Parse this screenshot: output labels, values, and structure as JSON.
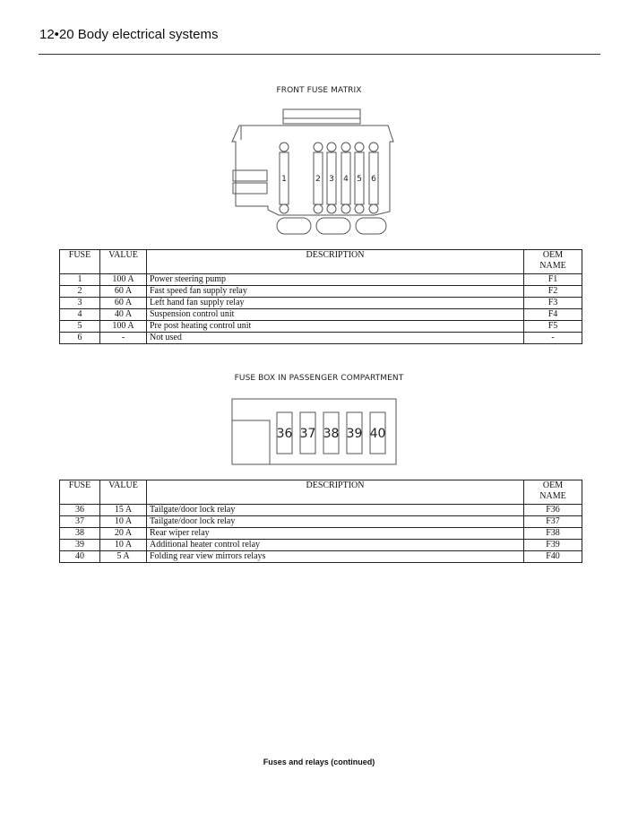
{
  "header": {
    "page_title": "12•20 Body electrical systems"
  },
  "front_matrix": {
    "caption": "FRONT FUSE MATRIX",
    "fuse_labels": [
      "1",
      "2",
      "3",
      "4",
      "5",
      "6"
    ],
    "columns": {
      "fuse": "FUSE",
      "value": "VALUE",
      "description": "DESCRIPTION",
      "oem_line1": "OEM",
      "oem_line2": "NAME"
    },
    "rows": [
      {
        "fuse": "1",
        "value": "100 A",
        "description": "Power steering pump",
        "oem": "F1"
      },
      {
        "fuse": "2",
        "value": "60 A",
        "description": "Fast speed fan supply relay",
        "oem": "F2"
      },
      {
        "fuse": "3",
        "value": "60 A",
        "description": "Left hand fan supply relay",
        "oem": "F3"
      },
      {
        "fuse": "4",
        "value": "40 A",
        "description": "Suspension control unit",
        "oem": "F4"
      },
      {
        "fuse": "5",
        "value": "100 A",
        "description": "Pre post heating control unit",
        "oem": "F5"
      },
      {
        "fuse": "6",
        "value": "-",
        "description": "Not used",
        "oem": "-"
      }
    ]
  },
  "passenger_box": {
    "caption": "FUSE BOX IN PASSENGER COMPARTMENT",
    "fuse_labels": [
      "36",
      "37",
      "38",
      "39",
      "40"
    ],
    "columns": {
      "fuse": "FUSE",
      "value": "VALUE",
      "description": "DESCRIPTION",
      "oem_line1": "OEM",
      "oem_line2": "NAME"
    },
    "rows": [
      {
        "fuse": "36",
        "value": "15 A",
        "description": "Tailgate/door lock relay",
        "oem": "F36"
      },
      {
        "fuse": "37",
        "value": "10 A",
        "description": "Tailgate/door lock relay",
        "oem": "F37"
      },
      {
        "fuse": "38",
        "value": "20 A",
        "description": "Rear wiper relay",
        "oem": "F38"
      },
      {
        "fuse": "39",
        "value": "10 A",
        "description": "Additional heater control relay",
        "oem": "F39"
      },
      {
        "fuse": "40",
        "value": "5 A",
        "description": "Folding rear view mirrors relays",
        "oem": "F40"
      }
    ]
  },
  "footer": {
    "caption": "Fuses and relays (continued)"
  }
}
